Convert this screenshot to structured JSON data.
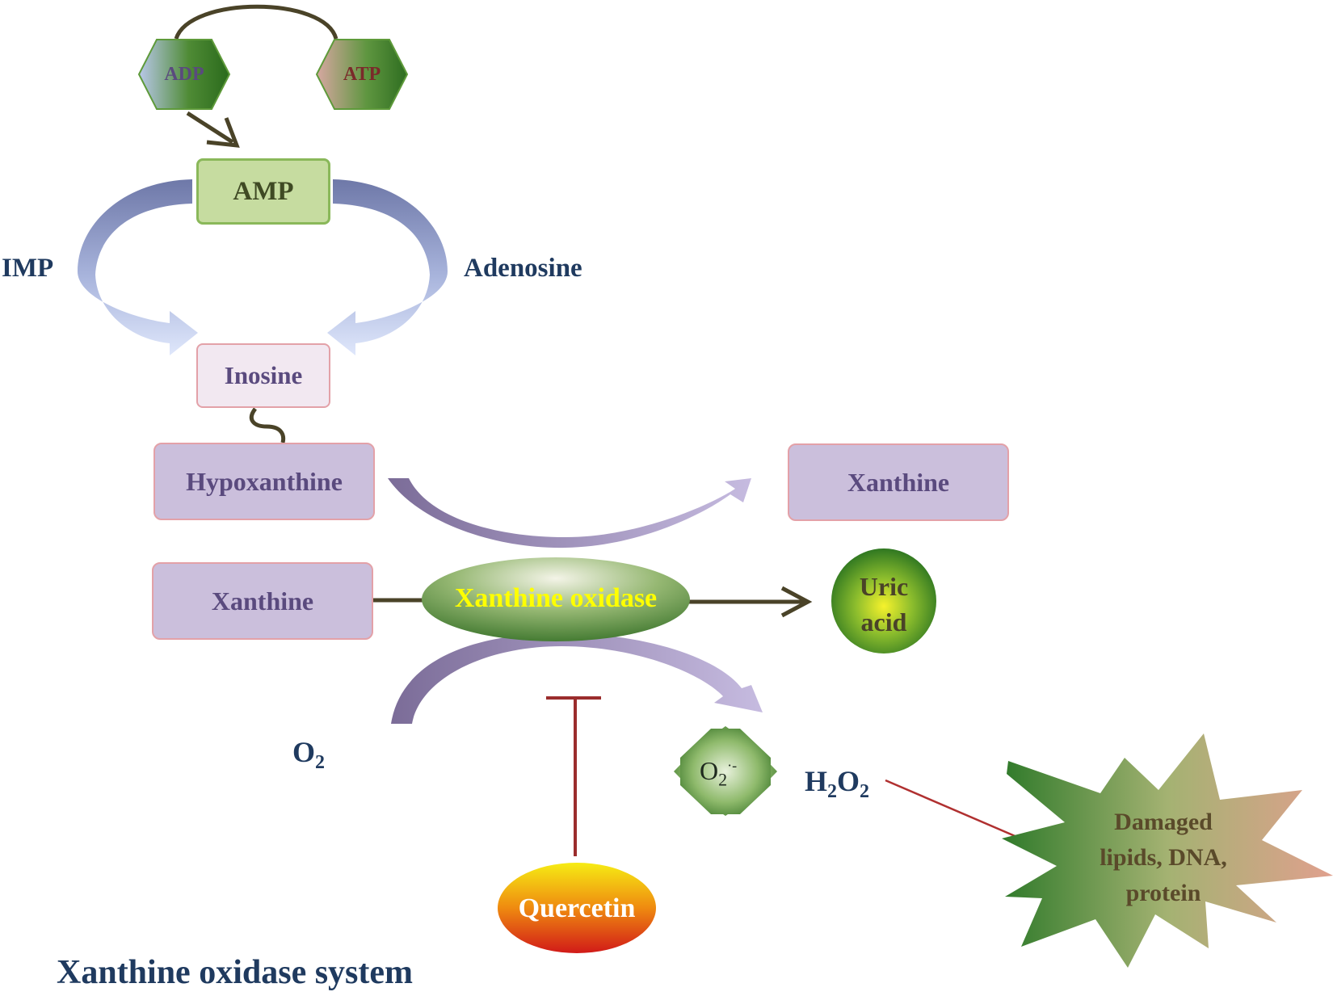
{
  "nodes": {
    "adp": "ADP",
    "atp": "ATP",
    "amp": "AMP",
    "imp": "IMP",
    "adenosine": "Adenosine",
    "inosine": "Inosine",
    "hypoxanthine": "Hypoxanthine",
    "xanthine_product": "Xanthine",
    "xanthine_substrate": "Xanthine",
    "xanthine_oxidase": "Xanthine oxidase",
    "uric_line1": "Uric",
    "uric_line2": "acid",
    "o2_base": "O",
    "o2_sub": "2",
    "superoxide_base": "O",
    "superoxide_sub": "2",
    "superoxide_sup": "·-",
    "h2o2_h": "H",
    "h2o2_sub1": "2",
    "h2o2_o": "O",
    "h2o2_sub2": "2",
    "quercetin": "Quercetin",
    "damage_line1": "Damaged",
    "damage_line2": "lipids, DNA,",
    "damage_line3": "protein",
    "system_title": "Xanthine oxidase system"
  },
  "colors": {
    "label_navy": "#1f3a5f",
    "purple_text": "#5a4a7e",
    "arrow_dark": "#4a4328",
    "amp_fill": "#c6dca0",
    "amp_border": "#8ab85a",
    "inosine_fill": "#f2e8f1",
    "purple_box_fill": "#cbbfdc",
    "pink_border": "#e3a1a8",
    "enzyme_text": "#ffff00",
    "inhibitor_red": "#9b2d2d"
  },
  "icons": {
    "adp_shape": "hexagon-icon",
    "atp_shape": "hexagon-icon",
    "superoxide_shape": "star-burst-icon",
    "damage_shape": "star-burst-icon",
    "inhibition_symbol": "t-bar-inhibition-icon"
  }
}
